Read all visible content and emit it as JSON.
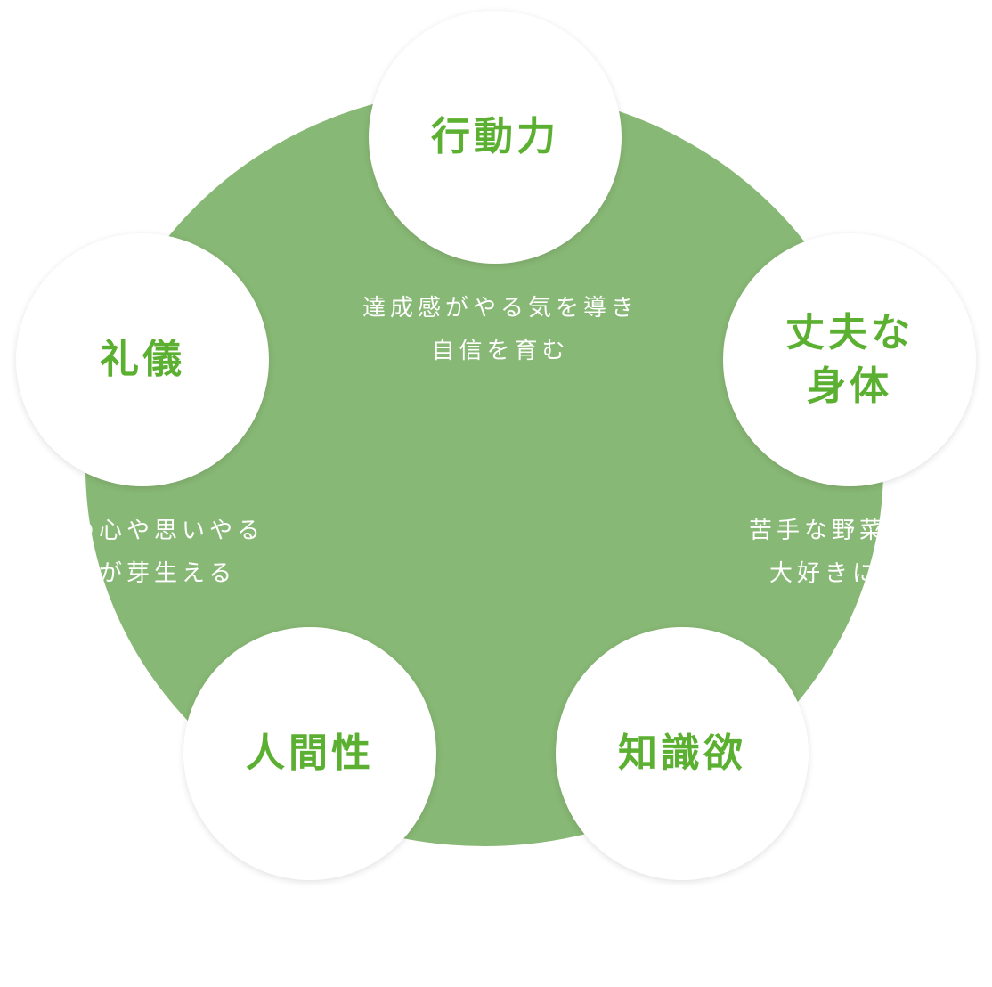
{
  "colors": {
    "fill": "#88b875",
    "accent": "#5bb031"
  },
  "nodes": [
    {
      "label": "行動力"
    },
    {
      "label": "丈夫な\n身体"
    },
    {
      "label": "知識欲"
    },
    {
      "label": "人間性"
    },
    {
      "label": "礼儀"
    }
  ],
  "descriptions": {
    "top": [
      "達成感がやる気を導き",
      "自信を育む"
    ],
    "right": [
      "苦手な野菜",
      "大好きに"
    ],
    "left": [
      "の心や思いやる",
      "ちが芽生える"
    ]
  }
}
